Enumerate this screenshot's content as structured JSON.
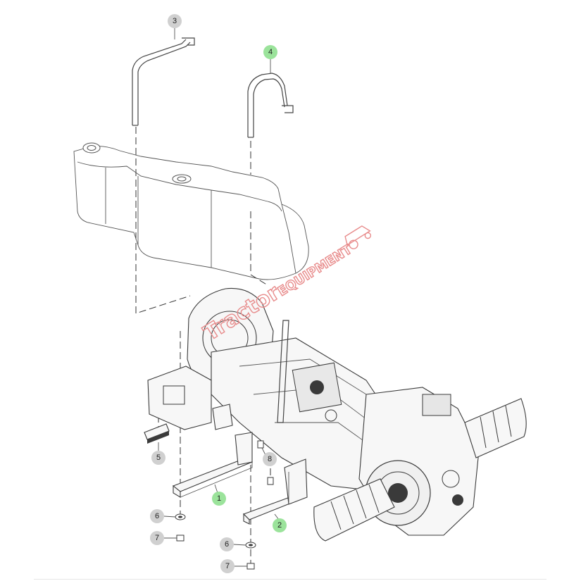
{
  "diagram": {
    "callouts": [
      {
        "id": "c1",
        "label": "1",
        "highlight": true
      },
      {
        "id": "c2",
        "label": "2",
        "highlight": true
      },
      {
        "id": "c3",
        "label": "3",
        "highlight": false
      },
      {
        "id": "c4",
        "label": "4",
        "highlight": true
      },
      {
        "id": "c5",
        "label": "5",
        "highlight": false
      },
      {
        "id": "c6a",
        "label": "6",
        "highlight": false
      },
      {
        "id": "c6b",
        "label": "6",
        "highlight": false
      },
      {
        "id": "c7a",
        "label": "7",
        "highlight": false
      },
      {
        "id": "c7b",
        "label": "7",
        "highlight": false
      },
      {
        "id": "c8",
        "label": "8",
        "highlight": false
      }
    ],
    "watermark": {
      "text": "TractorEquipment",
      "color": "#e88c8c"
    },
    "colors": {
      "highlight": "#9be39b",
      "callout": "#d0d0d0",
      "linework": "#3a3a3a"
    }
  }
}
